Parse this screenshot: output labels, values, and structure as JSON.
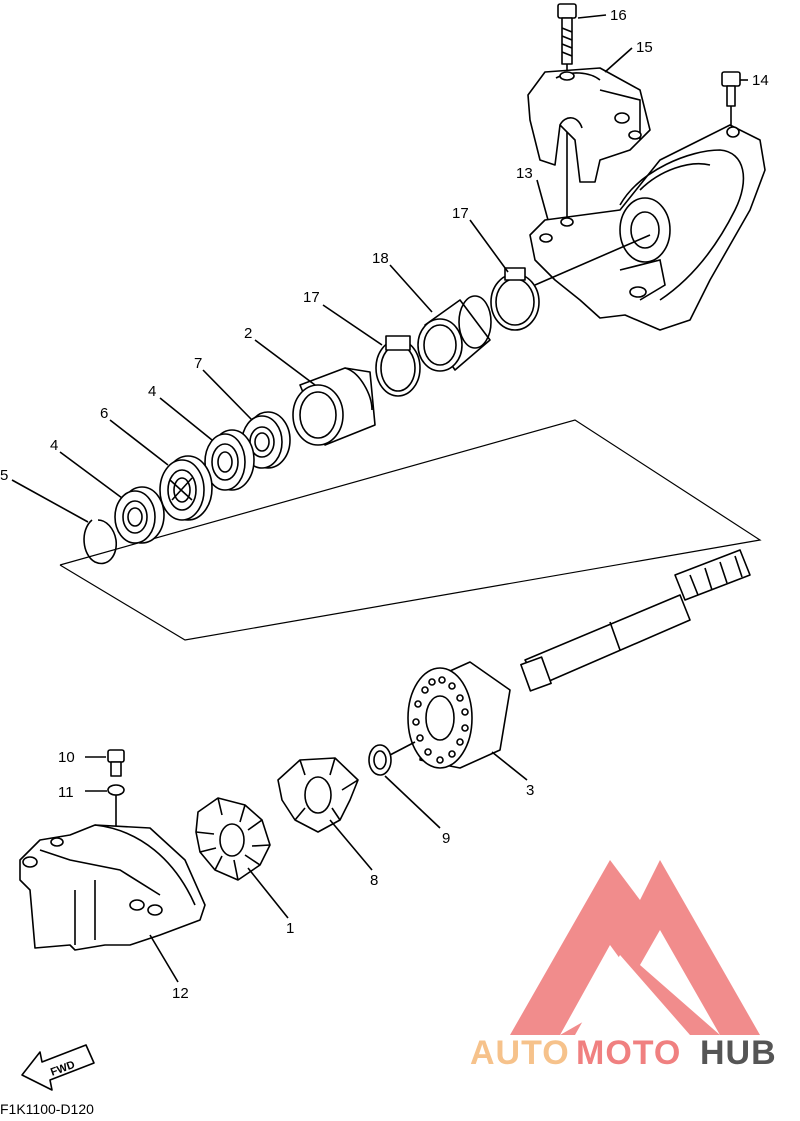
{
  "diagram": {
    "callouts": [
      "16",
      "15",
      "14",
      "13",
      "17",
      "18",
      "17",
      "2",
      "7",
      "4",
      "6",
      "4",
      "5",
      "10",
      "11",
      "3",
      "9",
      "8",
      "1",
      "12"
    ],
    "fwd_label": "FWD",
    "drawing_code": "F1K1100-D120"
  },
  "watermark": {
    "part1": "AUTO",
    "part2": "MOTO",
    "part3": "HUB",
    "color_light": "#f6c28b",
    "color_red": "#f08080",
    "color_dark": "#555555"
  }
}
